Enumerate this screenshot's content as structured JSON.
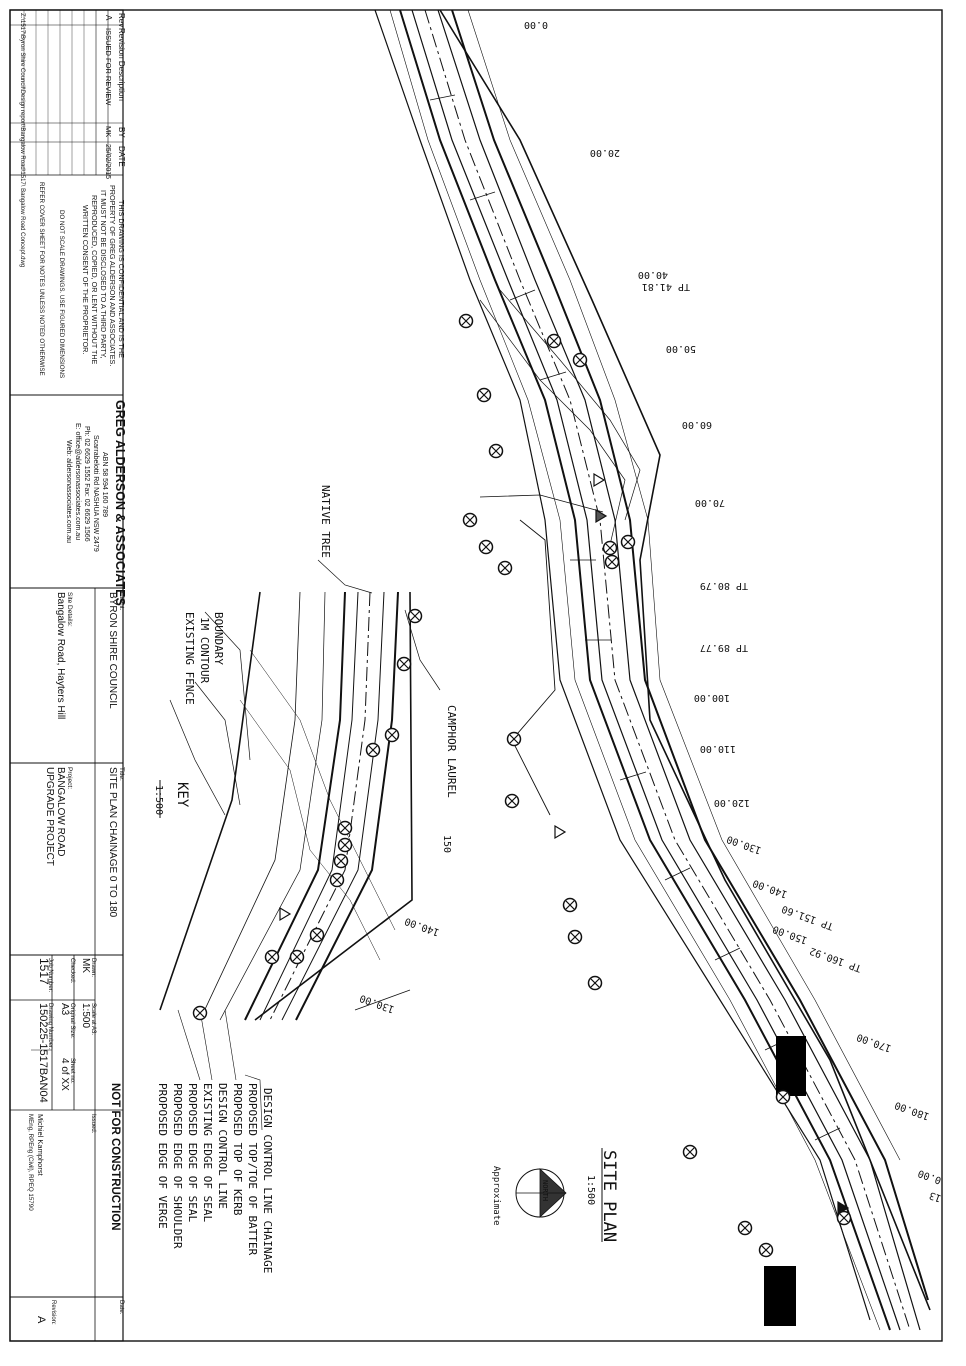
{
  "drawing": {
    "title": "SITE PLAN",
    "scale": "1:500",
    "north_label": "NORTH",
    "approximate": "Approximate"
  },
  "chainages": [
    "0.00",
    "20.00",
    "40.00",
    "TP 41.81",
    "50.00",
    "60.00",
    "70.00",
    "TP 80.79",
    "TP 89.77",
    "100.00",
    "110.00",
    "120.00",
    "130.00",
    "140.00",
    "TP 151.60",
    "150.00",
    "TP 160.92",
    "170.00",
    "180.00",
    "0.00",
    "13"
  ],
  "key_view": {
    "title": "KEY",
    "scale": "1:500",
    "chainages": [
      "150",
      "140.00",
      "130.00"
    ]
  },
  "annotations": {
    "native_tree": "NATIVE TREE",
    "camphor_laurel": "CAMPHOR LAUREL",
    "boundary": "BOUNDARY",
    "contour": "1M CONTOUR",
    "existing_fence": "EXISTING FENCE"
  },
  "legend": [
    "DESIGN CONTROL LINE CHAINAGE",
    "PROPOSED TOP/TOE OF BATTER",
    "PROPOSED TOP OF KERB",
    "DESIGN CONTROL LINE",
    "EXISTING EDGE OF SEAL",
    "PROPOSED EDGE OF SEAL",
    "PROPOSED EDGE OF SHOULDER",
    "PROPOSED EDGE OF VERGE"
  ],
  "title_block": {
    "revision_headers": [
      "Rev",
      "Revision Description",
      "BY",
      "DATE"
    ],
    "revisions": [
      {
        "rev": "A",
        "description": "ISSUED FOR REVIEW",
        "by": "MK",
        "date": "25/02/2015"
      }
    ],
    "confidential": "THIS DRAWING IS CONFIDENTIAL AND IS THE PROPERTY OF GREG ALDERSON AND ASSOCIATES. IT MUST NOT BE DISCLOSED TO A THIRD PARTY, REPRODUCED, COPIED, OR LENT WITHOUT THE WRITTEN CONSENT OF THE PROPRIETOR.",
    "do_not_scale": "DO NOT SCALE DRAWINGS. USE FIGURED DIMENSIONS",
    "refer_cover": "REFER COVER SHEET FOR NOTES UNLESS NOTED OTHERWISE",
    "file_path": "Z:\\1517\\Byron Shire Council\\Design report\\Bangalow Road\\1517\\ Bangalow Road Concept.dwg",
    "company": "GREG ALDERSON & ASSOCIATES",
    "abn": "ABN 58 594 160 789",
    "address": "Scarrabelotti Rd NASHUA NSW 2479",
    "phone": "Ph: 02 6629 1552  Fax: 02 6629 1566",
    "email": "E: office@aldersonassociates.com.au",
    "web": "Web: aldersonassociates.com.au",
    "client_label": "Client:",
    "client": "BYRON SHIRE COUNCIL",
    "site_label": "Site Details:",
    "site": "Bangalow Road, Hayters Hill",
    "title_label": "Title:",
    "title": "SITE PLAN CHAINAGE 0 TO 180",
    "project_label": "Project:",
    "project_line1": "BANGALOW ROAD",
    "project_line2": "UPGRADE PROJECT",
    "drawn_label": "Drawn:",
    "drawn": "MK",
    "checked_label": "Checked:",
    "checked": "",
    "job_label": "Job Number:",
    "job": "1517",
    "scale_label": "Scale at A3:",
    "scale": "1:500",
    "size_label": "Original Size:",
    "size": "A3",
    "drawing_no_label": "Drawing Number:",
    "drawing_no": "150225-1517BAN04",
    "sheet_label": "Sheet no:",
    "sheet": "4 of XX",
    "status": "NOT FOR CONSTRUCTION",
    "issued_label": "Issued:",
    "engineer": "Michiel Kamphorst",
    "engineer_quals": "MEng, RPEng (Civil), RPEQ 15790",
    "date_label": "Date:",
    "revision_label": "Revision:",
    "revision": "A"
  },
  "colors": {
    "line": "#111111",
    "paper": "#ffffff",
    "redaction": "#000000"
  }
}
